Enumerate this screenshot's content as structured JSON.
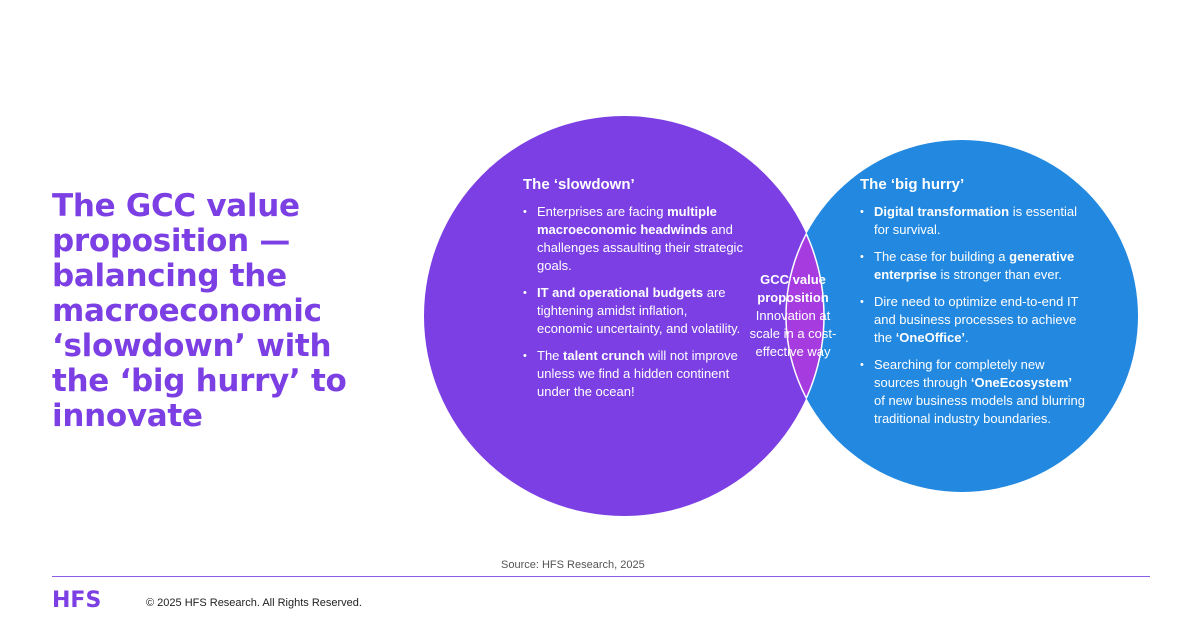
{
  "title_lines": [
    "The GCC value",
    "proposition —",
    "balancing the",
    "macroeconomic",
    "‘slowdown’ with",
    "the ‘big hurry’ to",
    "innovate"
  ],
  "colors": {
    "purple": "#7b3fe4",
    "blue": "#2288e0",
    "overlap": "#a63ce0"
  },
  "left": {
    "heading": "The ‘slowdown’",
    "items": [
      {
        "pre": "Enterprises are facing ",
        "bold": "multiple macroeconomic headwinds",
        "post": " and challenges assaulting their strategic goals."
      },
      {
        "pre": "",
        "bold": "IT and operational budgets",
        "post": " are tightening amidst inflation, economic uncertainty, and volatility."
      },
      {
        "pre": "The ",
        "bold": "talent crunch",
        "post": " will not improve unless we find a hidden continent under the ocean!"
      }
    ]
  },
  "right": {
    "heading": "The ‘big hurry’",
    "items": [
      {
        "pre": "",
        "bold": "Digital transformation",
        "post": " is essential for survival."
      },
      {
        "pre": "The case for building a ",
        "bold": "generative enterprise",
        "post": " is stronger than ever."
      },
      {
        "pre": "Dire need to optimize end-to-end IT and business processes to achieve the ",
        "bold": "‘OneOffice’",
        "post": "."
      },
      {
        "pre": "Searching for completely new sources through ",
        "bold": "‘OneEcosystem’",
        "post": " of new business models and blurring traditional industry boundaries."
      }
    ]
  },
  "center": {
    "title": "GCC value proposition",
    "text": "Innovation at scale in a cost-effective way"
  },
  "source": "Source: HFS Research, 2025",
  "footer": {
    "logo": "HFS",
    "copyright": "© 2025 HFS Research. All Rights Reserved."
  }
}
